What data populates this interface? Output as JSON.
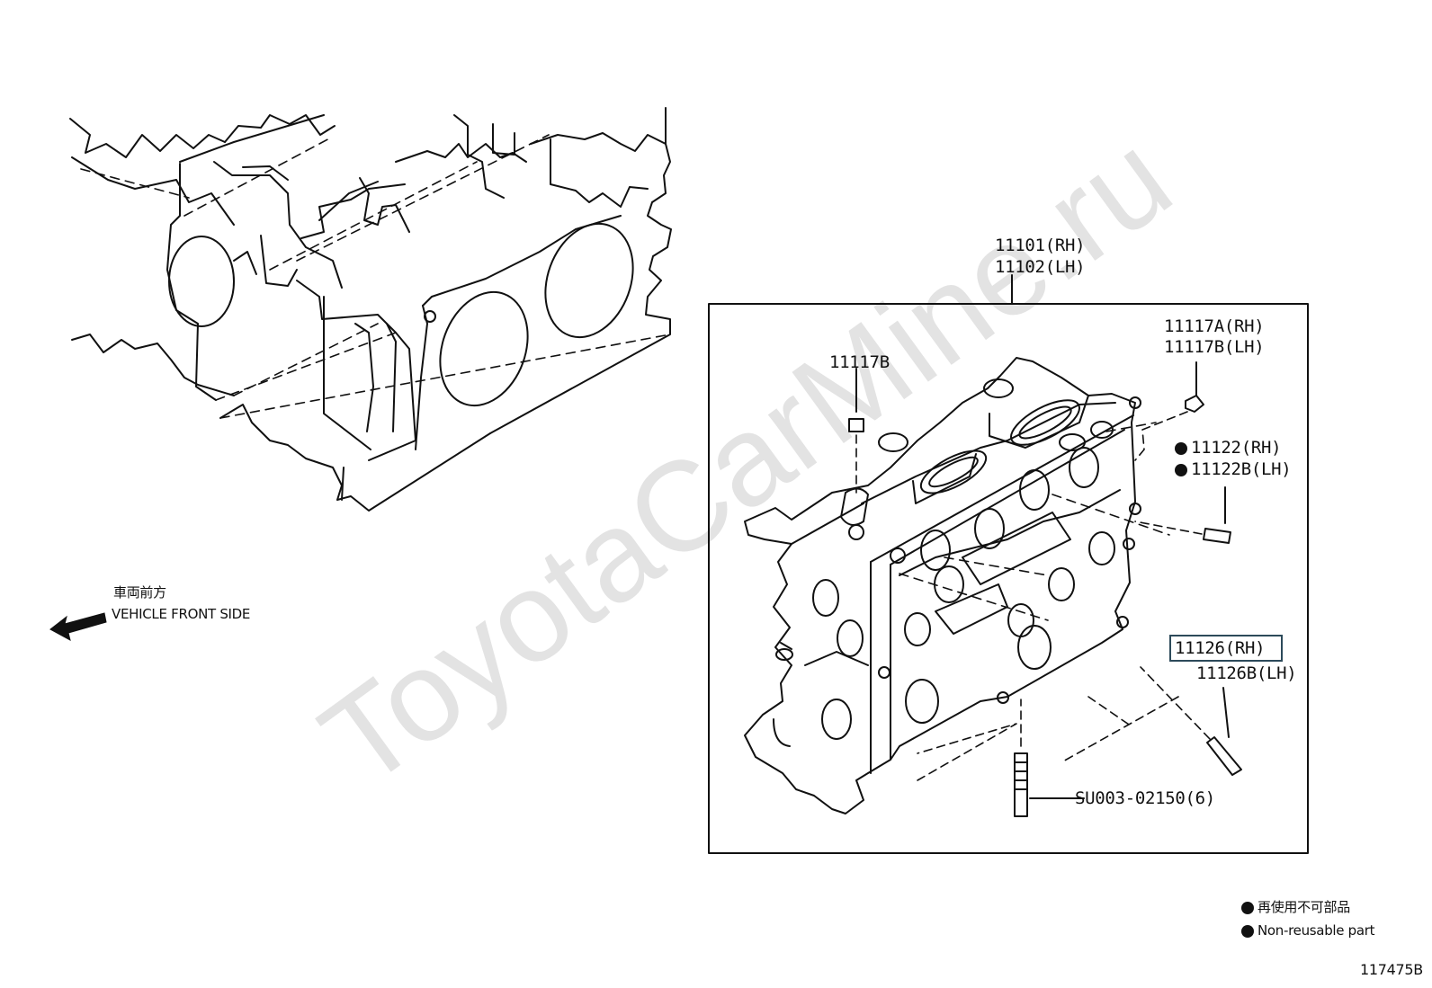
{
  "watermark": "ToyotaCarMine.ru",
  "direction": {
    "label_jp": "車両前方",
    "label_en": "VEHICLE FRONT SIDE",
    "icon": "arrow-left-icon"
  },
  "parts": {
    "head_rh": "11101(RH)",
    "head_lh": "11102(LH)",
    "plug_b": "11117B",
    "plug_a_rh": "11117A(RH)",
    "plug_b_lh": "11117B(LH)",
    "pin_rh": "11122(RH)",
    "pin_lh": "11122B(LH)",
    "stud_rh": "11126(RH)",
    "stud_lh": "11126B(LH)",
    "bolt": "SU003-02150(6)"
  },
  "legend": {
    "jp": "再使用不可部品",
    "en": "Non-reusable part"
  },
  "diagram_code": "117475B",
  "colors": {
    "line": "#111111",
    "highlight": "#2c4a5a",
    "watermark": "#e3e3e3"
  }
}
